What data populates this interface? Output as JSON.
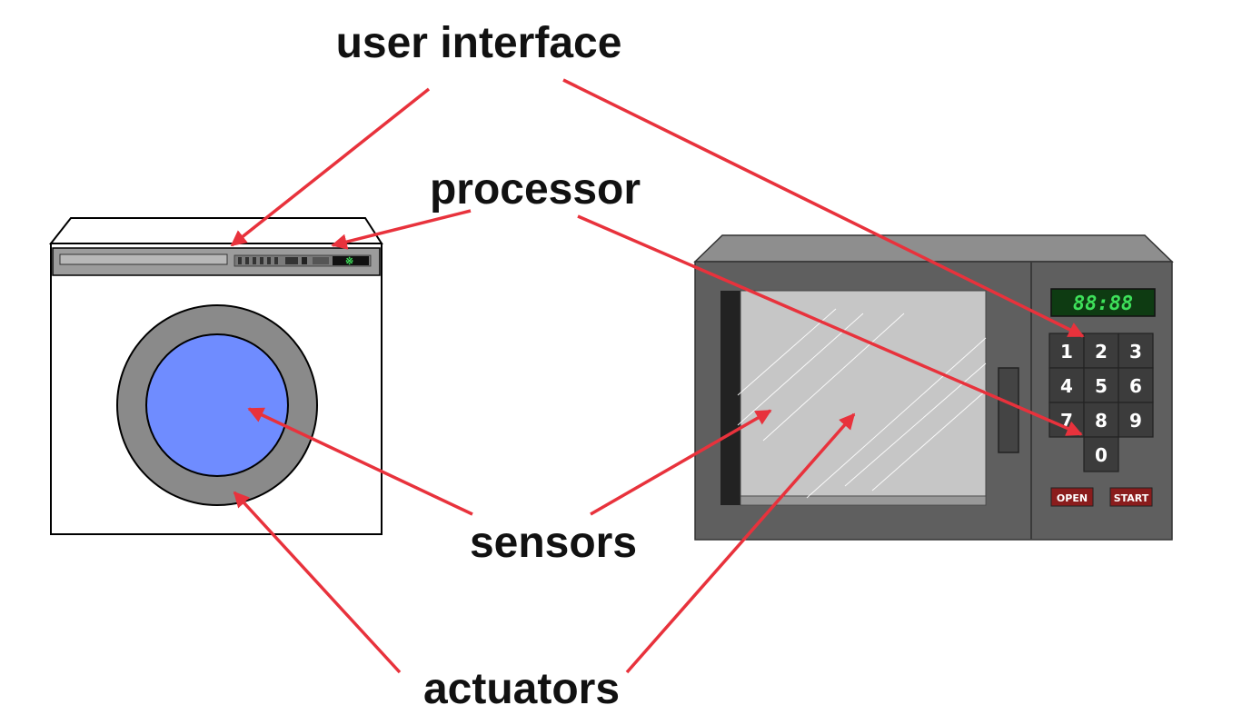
{
  "labels": {
    "user_interface": "user interface",
    "processor": "processor",
    "sensors": "sensors",
    "actuators": "actuators"
  },
  "microwave": {
    "display": "88:88",
    "keys": [
      "1",
      "2",
      "3",
      "4",
      "5",
      "6",
      "7",
      "8",
      "9",
      "0"
    ],
    "open_label": "OPEN",
    "start_label": "START"
  },
  "colors": {
    "arrow": "#e8323c",
    "drum_glass": "#6f8cff",
    "drum_ring": "#8a8a8a",
    "microwave_body": "#5f5f5f",
    "display_text": "#3ee05a"
  }
}
